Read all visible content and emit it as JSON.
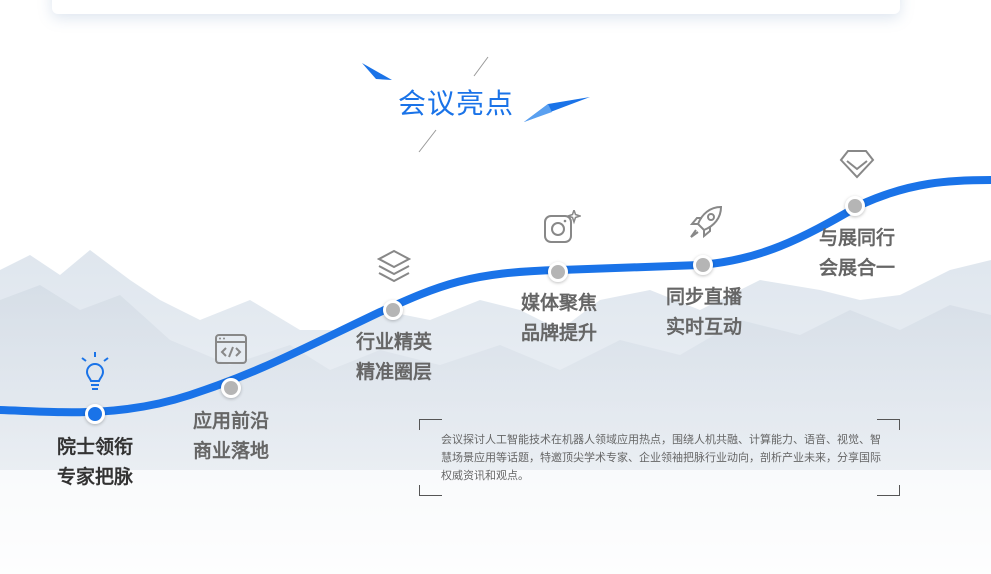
{
  "section": {
    "title": "会议亮点"
  },
  "stages": [
    {
      "line1": "院士领衔",
      "line2": "专家把脉",
      "icon": "lightbulb-icon"
    },
    {
      "line1": "应用前沿",
      "line2": "商业落地",
      "icon": "code-window-icon"
    },
    {
      "line1": "行业精英",
      "line2": "精准圈层",
      "icon": "layers-icon"
    },
    {
      "line1": "媒体聚焦",
      "line2": "品牌提升",
      "icon": "camera-sparkle-icon"
    },
    {
      "line1": "同步直播",
      "line2": "实时互动",
      "icon": "rocket-icon"
    },
    {
      "line1": "与展同行",
      "line2": "会展合一",
      "icon": "diamond-icon"
    }
  ],
  "description": "会议探讨人工智能技术在机器人领域应用热点，围绕人机共融、计算能力、语音、视觉、智慧场景应用等话题，特邀顶尖学术专家、企业领袖把脉行业动向，剖析产业未来，分享国际权威资讯和观点。",
  "colors": {
    "accent": "#1a73e8",
    "node_inactive": "#b5b5b5",
    "text_active": "#333333",
    "text_inactive": "#666666"
  }
}
